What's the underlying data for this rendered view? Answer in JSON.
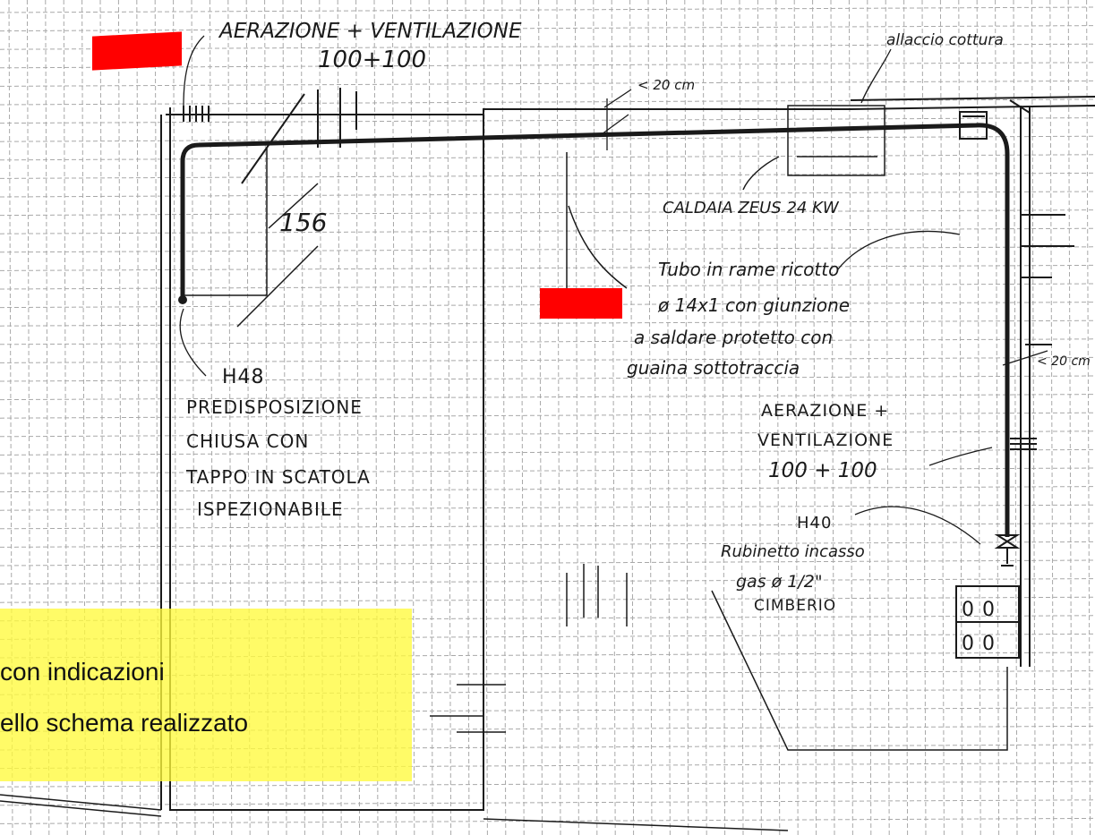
{
  "drawing": {
    "label_top_aeration": "AERAZIONE + VENTILAZIONE",
    "label_top_size": "100+100",
    "label_allaccio": "allaccio cottura",
    "label_20cm_top": "< 20 cm",
    "label_caldaia": "CALDAIA ZEUS 24 KW",
    "label_156": "156",
    "tube_note": [
      "Tubo in rame ricotto",
      "ø 14x1 con giunzione",
      "a saldare protetto con",
      "guaina sottotraccia"
    ],
    "label_h48": "H48",
    "predisposizione": [
      "PREDISPOSIZIONE",
      "CHIUSA CON",
      "TAPPO IN SCATOLA",
      "ISPEZIONABILE"
    ],
    "label_20cm_right": "< 20 cm",
    "aeration_right": [
      "AERAZIONE +",
      "VENTILAZIONE",
      "100 + 100"
    ],
    "valve_note": [
      "H40",
      "Rubinetto incasso",
      "gas ø 1/2\"",
      "CIMBERIO"
    ],
    "hob_burner": "0 0"
  },
  "caption": {
    "line1": "con indicazioni",
    "line2": "ello schema realizzato"
  },
  "colors": {
    "ink": "#1a1a1a",
    "grid": "#9a9a9a",
    "highlight": "#fffa3c",
    "redaction": "#ff0000"
  }
}
